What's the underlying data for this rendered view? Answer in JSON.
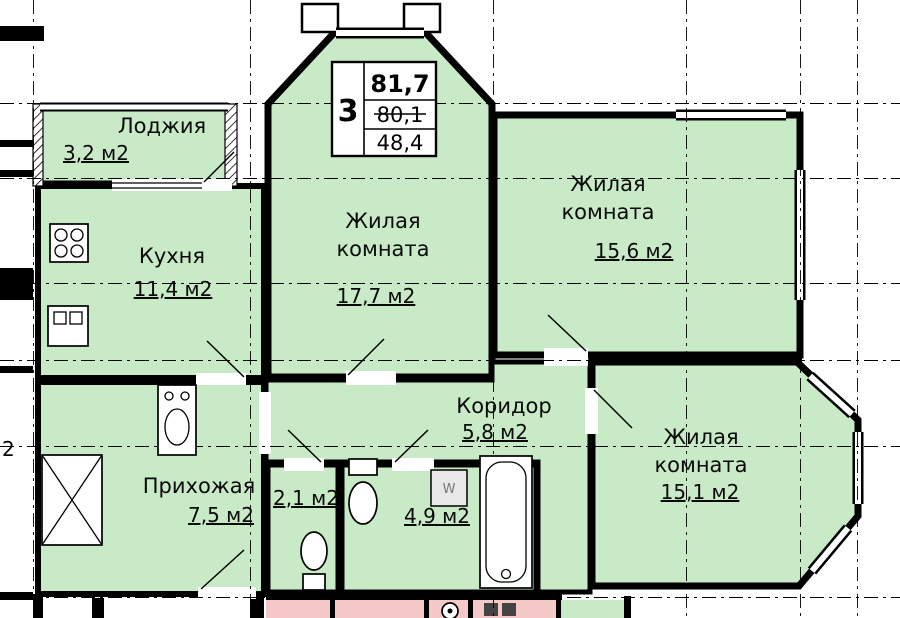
{
  "stamp": {
    "rooms_count": "3",
    "area_total": "81,7",
    "area_crossed": "80,1",
    "area_living": "48,4"
  },
  "rooms": {
    "loggia": {
      "name": "Лоджия",
      "area": "3,2 м2"
    },
    "kitchen": {
      "name": "Кухня",
      "area": "11,4 м2"
    },
    "living_top": {
      "name_line1": "Жилая",
      "name_line2": "комната",
      "area": "17,7 м2"
    },
    "living_right": {
      "name_line1": "Жилая",
      "name_line2": "комната",
      "area": "15,6 м2"
    },
    "corridor": {
      "name": "Коридор",
      "area": "5,8 м2"
    },
    "hall": {
      "name": "Прихожая",
      "area": "7,5 м2"
    },
    "wc": {
      "area": "2,1 м2"
    },
    "bathroom": {
      "area": "4,9 м2"
    },
    "living_bottom": {
      "name_line1": "Жилая",
      "name_line2": "комната",
      "area": "15,1 м2"
    }
  },
  "fixtures": {
    "washing_machine_label": "W"
  },
  "partials": {
    "left_edge_label": "2"
  },
  "colors": {
    "room_fill": "#c9eac6",
    "neighbor_fill": "#f4c9c8",
    "wall": "#000000"
  }
}
